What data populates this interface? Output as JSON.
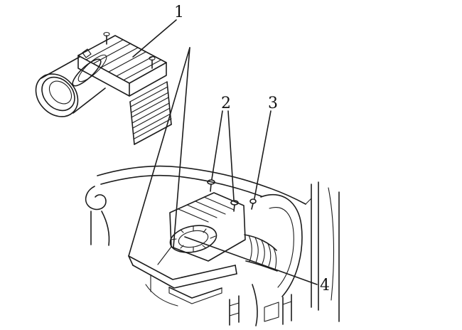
{
  "diagram": {
    "colors": {
      "line": "#1c1c1c",
      "background": "#ffffff"
    },
    "callouts": [
      {
        "label": "1"
      },
      {
        "label": "2"
      },
      {
        "label": "3"
      },
      {
        "label": "4"
      }
    ]
  }
}
